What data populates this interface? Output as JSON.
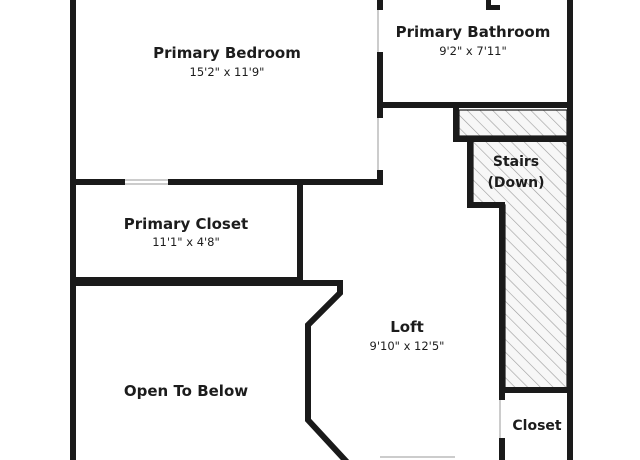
{
  "floorplan": {
    "rooms": {
      "primary_bedroom": {
        "name": "Primary Bedroom",
        "dims": "15'2\" x 11'9\""
      },
      "primary_bathroom": {
        "name": "Primary Bathroom",
        "dims": "9'2\" x 7'11\""
      },
      "stairs": {
        "name_line1": "Stairs",
        "name_line2": "(Down)"
      },
      "primary_closet": {
        "name": "Primary Closet",
        "dims": "11'1\" x 4'8\""
      },
      "loft": {
        "name": "Loft",
        "dims": "9'10\" x 12'5\""
      },
      "open_to_below": {
        "name": "Open To Below"
      },
      "closet": {
        "name": "Closet"
      }
    }
  },
  "colors": {
    "wall": "#1a1a1a",
    "background": "#ffffff",
    "hatch": "#9c9c9c"
  }
}
